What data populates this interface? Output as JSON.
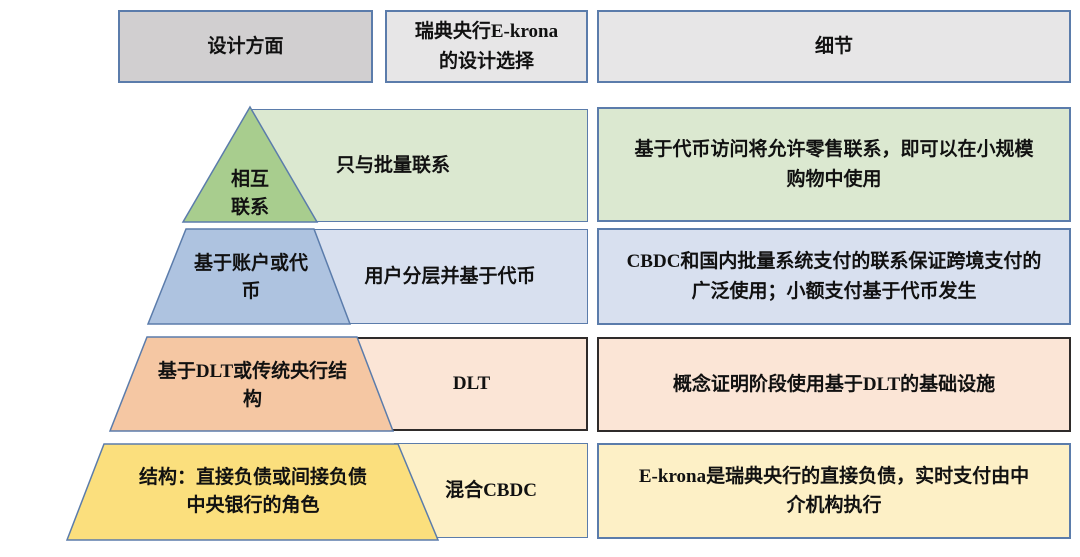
{
  "colors": {
    "border_blue": "#5b7cab",
    "border_dark": "#2f2b2a",
    "header_left_fill": "#d1cfd0",
    "header_fill": "#e7e6e7",
    "row1_shape_fill": "#a8cd8e",
    "row1_cell_fill": "#dbe8d0",
    "row2_shape_fill": "#aec3e0",
    "row2_cell_fill": "#d8e0ef",
    "row3_shape_fill": "#f5c7a3",
    "row3_cell_fill": "#fbe5d6",
    "row4_shape_fill": "#fbdf7d",
    "row4_cell_fill": "#fdf0c6"
  },
  "header": {
    "design_aspect": "设计方面",
    "choice_line1": "瑞典央行E-krona",
    "choice_line2": "的设计选择",
    "detail": "细节"
  },
  "rows": [
    {
      "aspect_line1": "相互",
      "aspect_line2": "联系",
      "choice": "只与批量联系",
      "detail_line1": "基于代币访问将允许零售联系，即可以在小规模",
      "detail_line2": "购物中使用"
    },
    {
      "aspect_line1": "基于账户或代",
      "aspect_line2": "币",
      "choice": "用户分层并基于代币",
      "detail_line1": "CBDC和国内批量系统支付的联系保证跨境支付的",
      "detail_line2": "广泛使用；小额支付基于代币发生"
    },
    {
      "aspect_line1": "基于DLT或传统央行结",
      "aspect_line2": "构",
      "choice": "DLT",
      "detail_line1": "概念证明阶段使用基于DLT的基础设施",
      "detail_line2": ""
    },
    {
      "aspect_line1": "结构：直接负债或间接负债",
      "aspect_line2": "中央银行的角色",
      "choice": "混合CBDC",
      "detail_line1": "E-krona是瑞典央行的直接负债，实时支付由中",
      "detail_line2": "介机构执行"
    }
  ]
}
